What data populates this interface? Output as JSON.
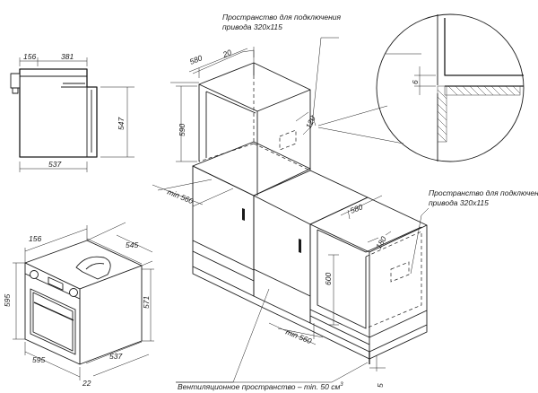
{
  "notes": {
    "top_line1": "Пространство для подключения",
    "top_line2": "привода 320х115",
    "right_line1": "Пространство для подключения",
    "right_line2": "привода 320х115",
    "vent": "Вентиляционное пространство – min. 50 см"
  },
  "side_view": {
    "d156": "156",
    "d381": "381",
    "d547": "547",
    "d537": "537"
  },
  "front_view": {
    "d156": "156",
    "d545": "545",
    "d595h": "595",
    "d571": "571",
    "d595w": "595",
    "d537": "537",
    "d22": "22"
  },
  "upper_niche": {
    "d580": "580",
    "d20": "20",
    "d590": "590",
    "d120": "120",
    "dmin560": "min 560"
  },
  "lower_niche": {
    "d580": "580",
    "d180": "180",
    "d600": "600",
    "dmin560": "min 560",
    "d5": "5"
  },
  "detail": {
    "d6": "6"
  },
  "superscript_3": "3"
}
